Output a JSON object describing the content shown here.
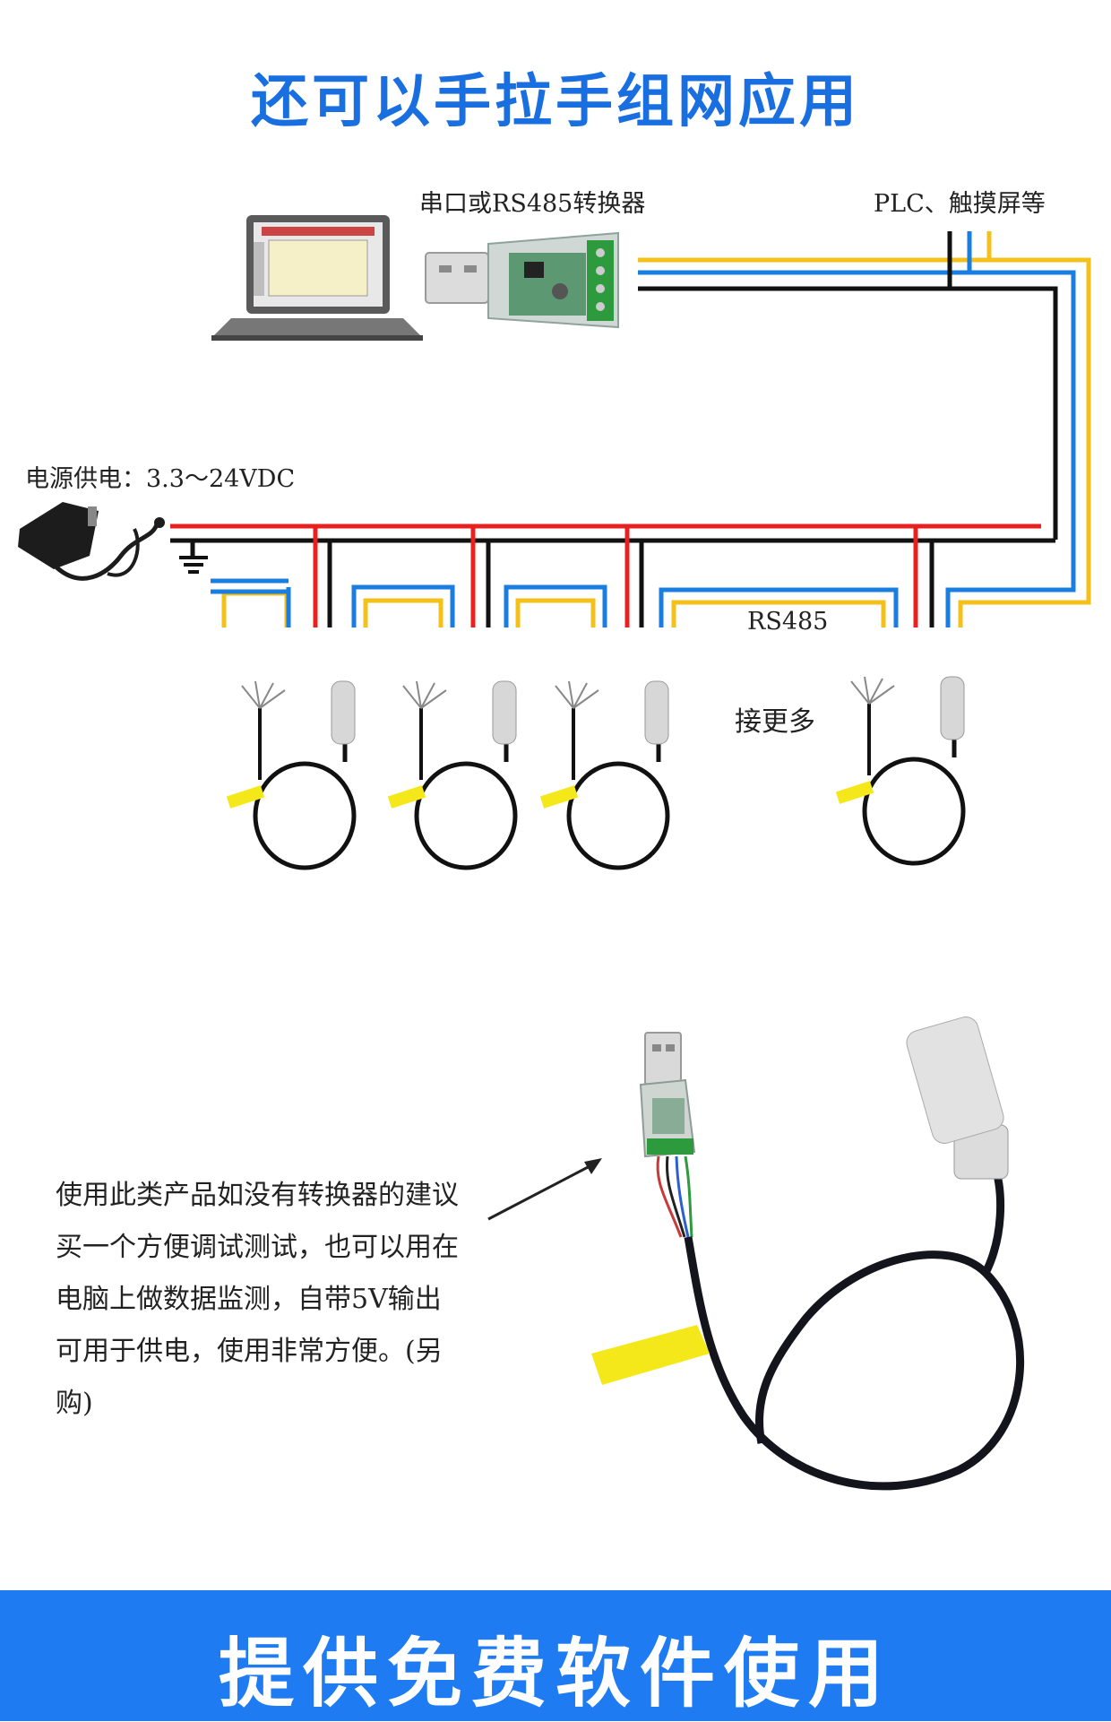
{
  "title": "还可以手拉手组网应用",
  "labels": {
    "converter": "串口或RS485转换器",
    "plc": "PLC、触摸屏等",
    "power": "电源供电：3.3～24VDC",
    "rs485": "RS485",
    "more": "接更多"
  },
  "note": "使用此类产品如没有转换器的建议买一个方便调试测试，也可以用在电脑上做数据监测，自带5V输出可用于供电，使用非常方便。(另购)",
  "bottom_title": "提供免费软件使用",
  "colors": {
    "title": "#1a6fe0",
    "banner": "#1e7bf2",
    "wire_red": "#e8201f",
    "wire_black": "#111111",
    "wire_blue": "#1a7de0",
    "wire_yellow": "#f3c11a"
  },
  "icons": [
    "laptop-icon",
    "usb-rs485-converter-icon",
    "power-adapter-icon",
    "ground-symbol-icon",
    "sensor-probe-icon",
    "usb-cable-icon"
  ]
}
